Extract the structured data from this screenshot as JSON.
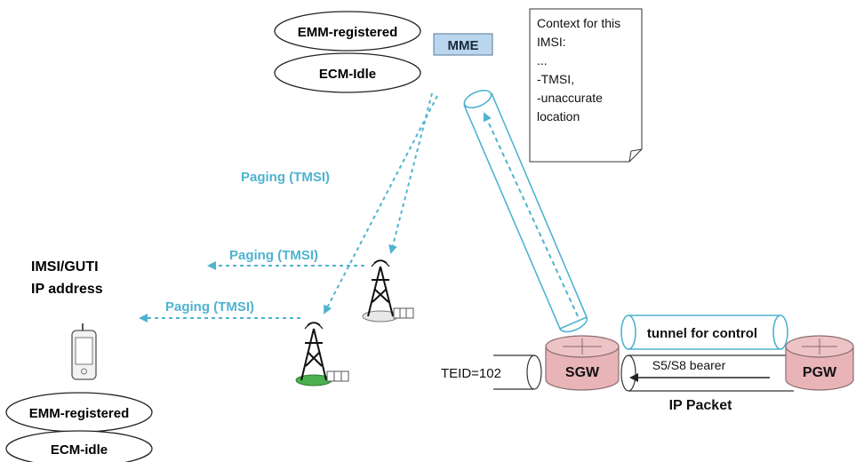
{
  "top_left_states": {
    "emm": "EMM-registered",
    "ecm": "ECM-Idle"
  },
  "mme": {
    "label": "MME"
  },
  "context_note": {
    "lines": [
      "Context for this",
      "IMSI:",
      "...",
      "-TMSI,",
      "-unaccurate",
      "location"
    ]
  },
  "paging": {
    "top": "Paging (TMSI)",
    "middle": "Paging (TMSI)",
    "lower": "Paging (TMSI)"
  },
  "ue_info": {
    "line1": "IMSI/GUTI",
    "line2": "IP address"
  },
  "bottom_left_states": {
    "emm": "EMM-registered",
    "ecm": "ECM-idle"
  },
  "gateways": {
    "sgw": "SGW",
    "pgw": "PGW",
    "tunnel_label": "tunnel for control",
    "bearer_label": "S5/S8 bearer",
    "teid": "TEID=102",
    "ip_packet": "IP Packet"
  },
  "colors": {
    "paging": "#4fb3cf",
    "tunnel_stroke": "#4fb3cf",
    "mme_fill": "#b9d6ee",
    "gateway_fill": "#e8b4b8",
    "cell_green": "#4caf50"
  }
}
